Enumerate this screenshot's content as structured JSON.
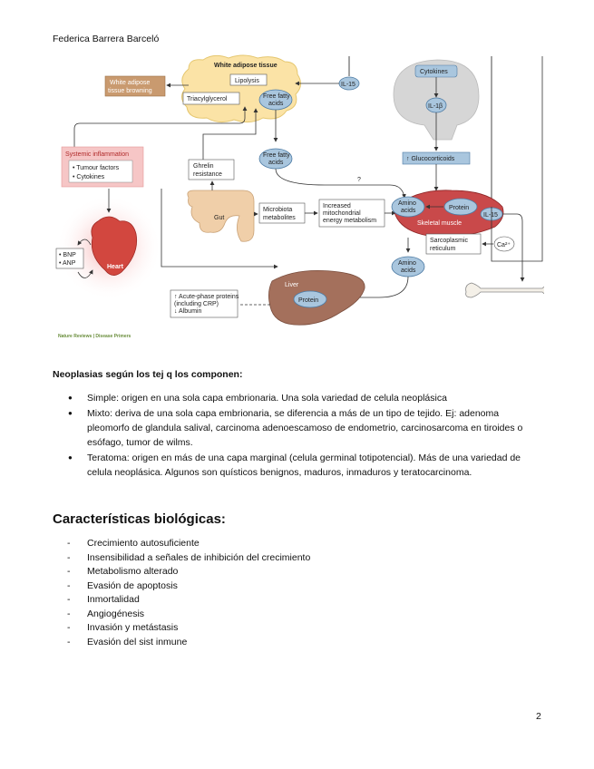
{
  "header": {
    "author": "Federica Barrera Barceló"
  },
  "diagram": {
    "labels": {
      "white_adipose_tissue": "White adipose tissue",
      "lipolysis": "Lipolysis",
      "white_adipose_browning_1": "White adipose",
      "white_adipose_browning_2": "tissue browning",
      "triacylglycerol": "Triacylglycerol",
      "ffa_1_a": "Free fatty",
      "ffa_1_b": "acids",
      "ffa_2_a": "Free fatty",
      "ffa_2_b": "acids",
      "il15_top": "IL-15",
      "cytokines_brain": "Cytokines",
      "il1b": "IL-1β",
      "glucocorticoids": "↑ Glucocorticoids",
      "systemic_inflammation": "Systemic inflammation",
      "tumour_factors": "• Tumour factors",
      "cytokines_inflam": "• Cytokines",
      "ghrelin_1": "Ghrelin",
      "ghrelin_2": "resistance",
      "question": "?",
      "gut": "Gut",
      "microbiota_1": "Microbiota",
      "microbiota_2": "metabolites",
      "increased_1": "Increased",
      "increased_2": "mitochondrial",
      "increased_3": "energy metabolism",
      "amino_acids_1a": "Amino",
      "amino_acids_1b": "acids",
      "protein_muscle": "Protein",
      "skeletal_muscle": "Skeletal muscle",
      "il15_right": "IL-15",
      "sarcoplasmic_1": "Sarcoplasmic",
      "sarcoplasmic_2": "reticulum",
      "ca": "Ca²⁺",
      "bnp": "• BNP",
      "anp": "• ANP",
      "heart": "Heart",
      "amino_acids_2a": "Amino",
      "amino_acids_2b": "acids",
      "liver": "Liver",
      "protein_liver": "Protein",
      "acute_1": "↑ Acute-phase proteins",
      "acute_2": "(including CRP)",
      "acute_3": "↓ Albumin",
      "source": "Nature Reviews | Disease Primers"
    },
    "colors": {
      "adipose": "#fbe3a6",
      "inflammation": "#f6c6c6",
      "muscle": "#c9494a",
      "oval": "#a9c6de",
      "liver": "#a4705c",
      "gut": "#f0cfa9",
      "heart": "#d2473f",
      "brain": "#d6d6d6",
      "browning": "#c99a6f"
    }
  },
  "neoplasias": {
    "title": "Neoplasias según los tej q los componen:",
    "items": [
      "Simple: origen en una sola capa embrionaria. Una sola variedad de celula neoplásica",
      "Mixto: deriva de una sola capa embrionaria, se diferencia a más de un tipo de tejido. Ej: adenoma pleomorfo de glandula salival, carcinoma adenoescamoso de endometrio, carcinosarcoma en tiroides o esófago, tumor de wilms.",
      "Teratoma: origen en más de una capa marginal (celula germinal totipotencial). Más de una variedad de celula neoplásica. Algunos son quísticos benignos, maduros, inmaduros y teratocarcinoma."
    ]
  },
  "caracteristicas": {
    "title": "Características biológicas:",
    "items": [
      "Crecimiento autosuficiente",
      "Insensibilidad a señales de inhibición del crecimiento",
      "Metabolismo alterado",
      "Evasión de apoptosis",
      "Inmortalidad",
      "Angiogénesis",
      "Invasión y metástasis",
      "Evasión del sist inmune"
    ]
  },
  "footer": {
    "page_number": "2"
  }
}
